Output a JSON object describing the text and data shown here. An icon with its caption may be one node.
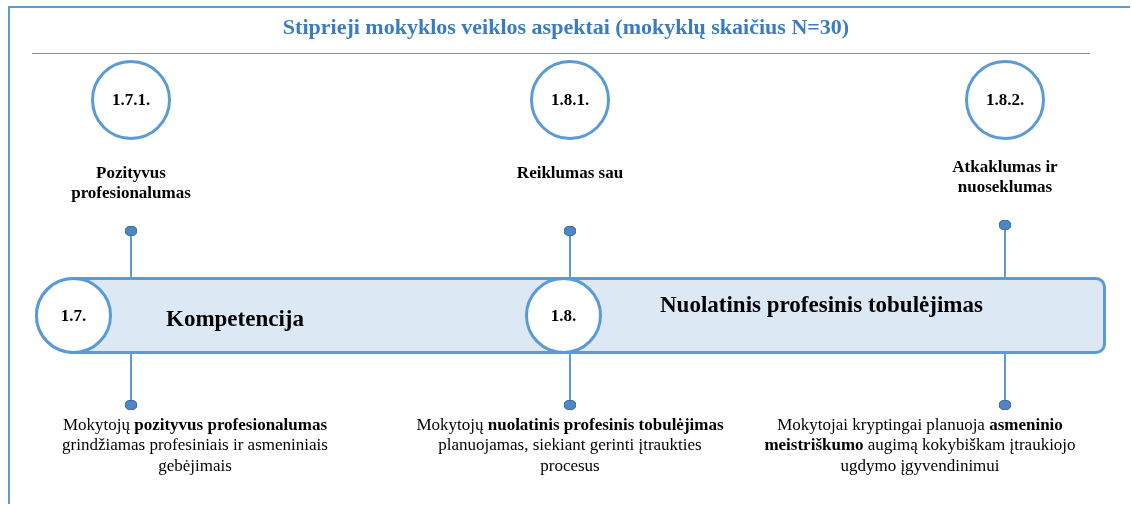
{
  "diagram": {
    "title": "Stiprieji mokyklos veiklos aspektai (mokyklų skaičius N=30)",
    "nodes": [
      {
        "text": [
          "1.7.1."
        ]
      },
      {
        "text": [
          "Pozityvus profesionalumas"
        ]
      },
      {
        "text": [
          "1.8.1."
        ]
      },
      {
        "text": [
          "Reiklumas sau"
        ]
      },
      {
        "text": [
          "1.8.2."
        ]
      },
      {
        "text": [
          "Atkaklumas ir nuoseklumas"
        ]
      },
      {
        "text": [
          "Kompetencija"
        ]
      },
      {
        "text": [
          "1.7."
        ],
        "in": 6
      },
      {
        "text": [
          "Nuolatinis profesinis tobulėjimas"
        ]
      },
      {
        "text": [
          "1.8."
        ],
        "in": 8
      },
      {
        "text": [
          "Mokytojų **pozityvus profesionalumas** grindžiamas profesiniais ir asmeniniais gebėjimais"
        ]
      },
      {
        "text": [
          "Mokytojų **nuolatinis profesinis tobulėjimas** planuojamas, siekiant gerinti įtraukties procesus"
        ]
      },
      {
        "text": [
          "Mokytojai kryptingai planuoja **asmeninio meistriškumo** augimą kokybiškam įtraukiojo ugdymo įgyvendinimui"
        ]
      }
    ],
    "edges": [
      {
        "from": 6,
        "to": 1,
        "arrow": "other"
      },
      {
        "from": 8,
        "to": 3,
        "arrow": "other"
      },
      {
        "from": 8,
        "to": 5,
        "arrow": "other"
      },
      {
        "from": 6,
        "to": 10,
        "arrow": "other"
      },
      {
        "from": 8,
        "to": 11,
        "arrow": "other"
      },
      {
        "from": 8,
        "to": 12,
        "arrow": "other"
      }
    ]
  }
}
